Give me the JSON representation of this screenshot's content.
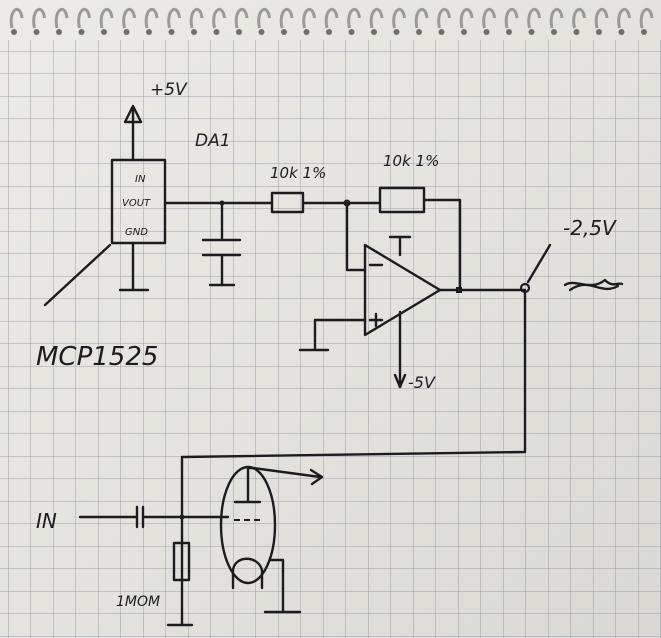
{
  "schematic": {
    "supply_pos": "+5V",
    "supply_neg": "-5V",
    "reference_ic": {
      "designator": "DA1",
      "part": "MCP1525",
      "pins": [
        "IN",
        "VOUT",
        "GND"
      ]
    },
    "resistor_1": "10k 1%",
    "resistor_2": "10k 1%",
    "output_voltage": "-2,5V",
    "input_label": "IN",
    "grid_resistor": "1MOM"
  },
  "colors": {
    "ink": "#1c1c1e",
    "paper": "#e6e5e0",
    "grid": "#9aa0a8"
  }
}
